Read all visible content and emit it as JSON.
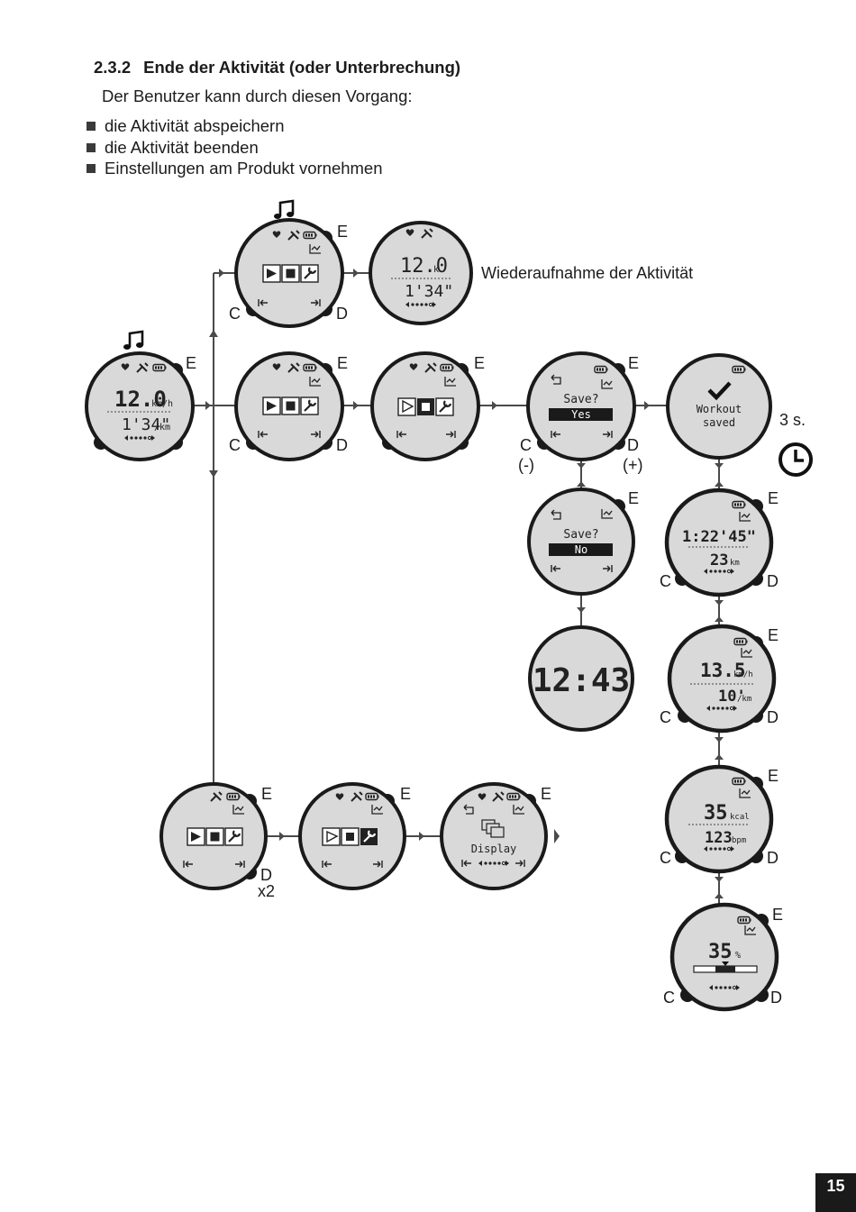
{
  "section": {
    "number": "2.3.2",
    "title": "Ende der Aktivität (oder Unterbrechung)"
  },
  "intro": "Der Benutzer kann durch diesen Vorgang:",
  "bullets": [
    "die Aktivität abspeichern",
    "die Aktivität beenden",
    "Einstellungen am Produkt vornehmen"
  ],
  "labels": {
    "e": "E",
    "c": "C",
    "d": "D",
    "minus": "(-)",
    "plus": "(+)",
    "x2": "x2",
    "resume": "Wiederaufnahme der Aktivität",
    "three_sec": "3 s."
  },
  "screens": {
    "main_speed": "12.0",
    "main_speed_unit": "km/h",
    "main_pace": "1'34\"",
    "main_pace_unit": "/km",
    "resume_speed": "12.0",
    "resume_speed_unit": "k",
    "resume_pace": "1'34\"",
    "save_prompt": "Save?",
    "save_yes": "Yes",
    "save_no": "No",
    "saved_line1": "Workout",
    "saved_line2": "saved",
    "clock": "12:43",
    "summary_time": "1:22'45\"",
    "summary_distance": "23",
    "summary_distance_unit": "km",
    "summary_speed": "13.5",
    "summary_speed_unit": "km/h",
    "summary_pace": "10'",
    "summary_pace_unit": "/km",
    "summary_kcal": "35",
    "summary_kcal_unit": "kcal",
    "summary_bpm": "123",
    "summary_bpm_unit": "bpm",
    "summary_percent": "35",
    "summary_percent_unit": "%",
    "display_label": "Display"
  },
  "page_number": "15"
}
